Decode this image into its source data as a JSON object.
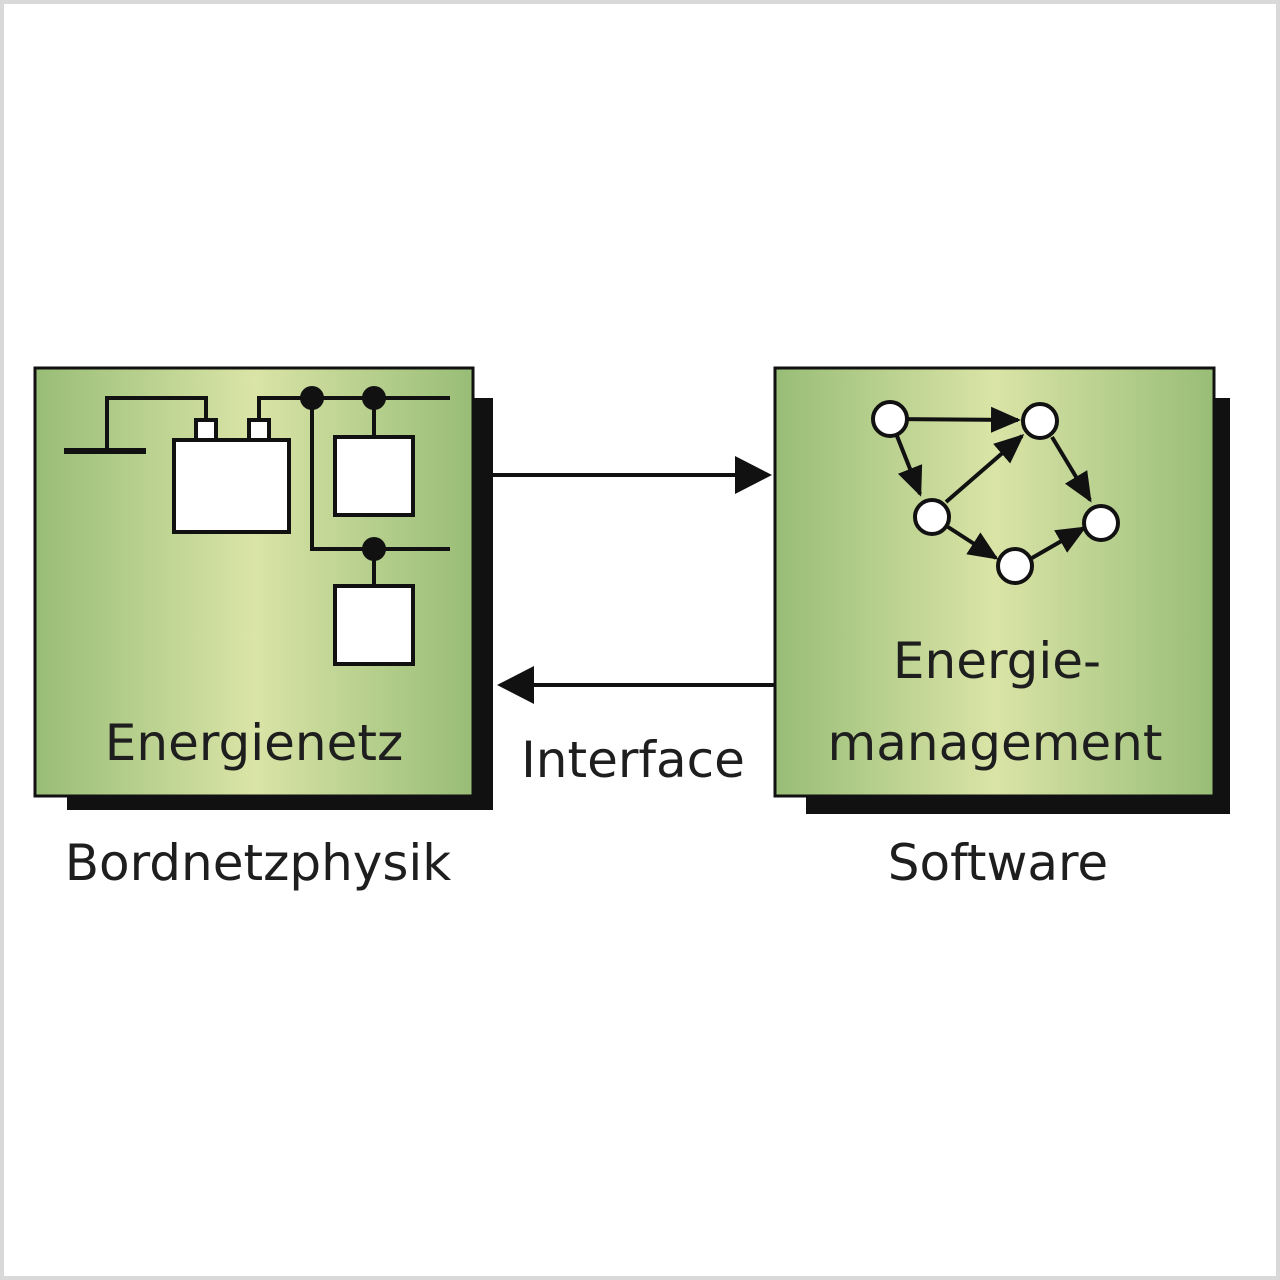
{
  "diagram": {
    "left_box": {
      "title": "Energienetz",
      "caption": "Bordnetzphysik"
    },
    "right_box": {
      "title_line1": "Energie-",
      "title_line2": "management",
      "caption": "Software"
    },
    "connector": {
      "label": "Interface"
    }
  },
  "colors": {
    "box_gradient_center": "#dae4a7",
    "box_gradient_edge": "#98bd77",
    "box_shadow": "#111111",
    "line": "#111111",
    "border": "#d9d9d9"
  }
}
